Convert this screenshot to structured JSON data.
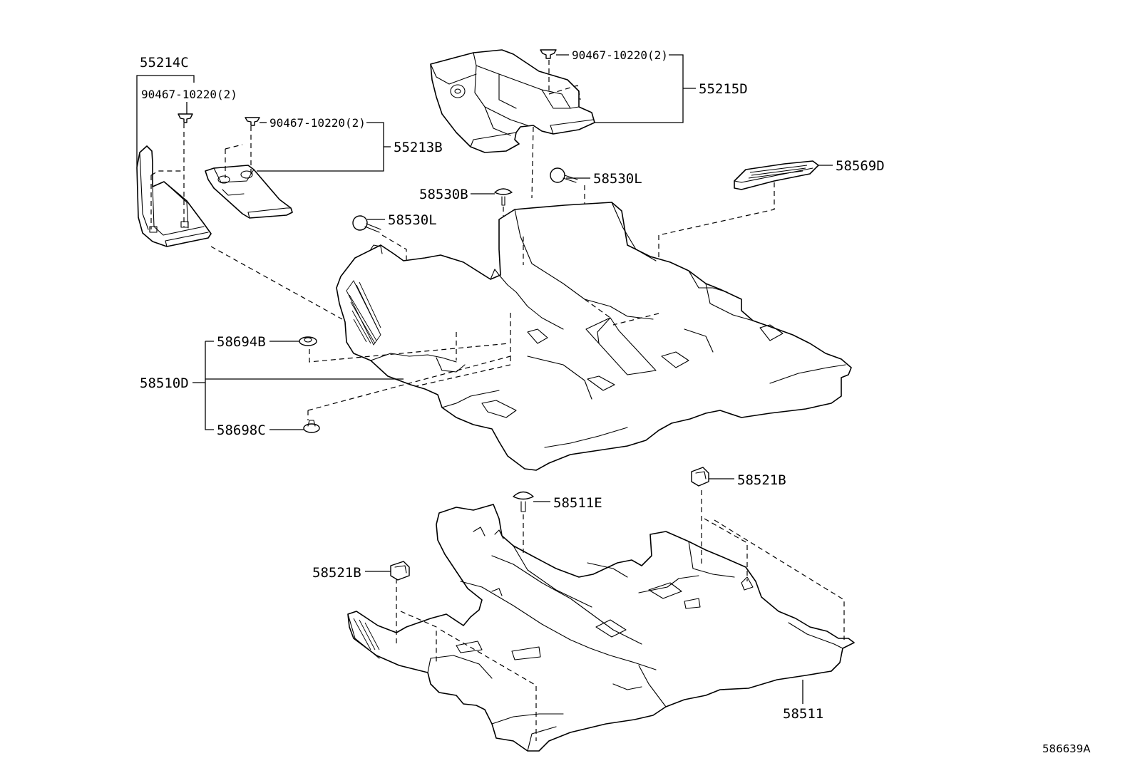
{
  "labels": {
    "p55214C": "55214C",
    "p90467_a": "90467-10220(2)",
    "p90467_b": "90467-10220(2)",
    "p90467_c": "90467-10220(2)",
    "p55213B": "55213B",
    "p55215D": "55215D",
    "p58569D": "58569D",
    "p58530L_a": "58530L",
    "p58530B": "58530B",
    "p58530L_b": "58530L",
    "p58694B": "58694B",
    "p58510D": "58510D",
    "p58698C": "58698C",
    "p58521B_a": "58521B",
    "p58511E": "58511E",
    "p58521B_b": "58521B",
    "p58511": "58511"
  },
  "diagram_code": "586639A"
}
